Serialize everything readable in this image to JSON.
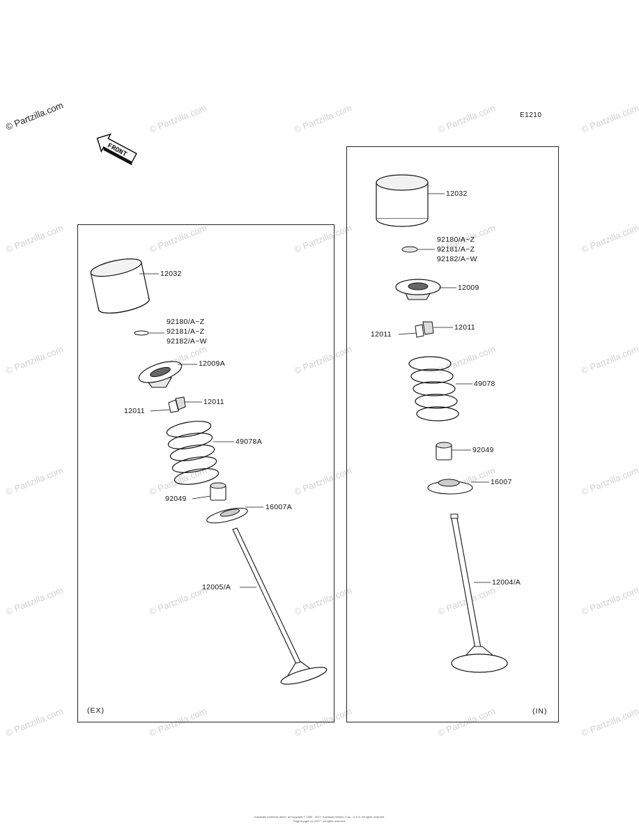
{
  "watermark": "© Partzilla.com",
  "copyright": "© Partzilla.com",
  "diagram_code": "E1210",
  "front_label": "FRONT",
  "exhaust": {
    "tag": "(EX)",
    "labels": {
      "tappet": "12032",
      "shim": [
        "92180/A~Z",
        "92181/A~Z",
        "92182/A~W"
      ],
      "retainer": "12009A",
      "cotter_left": "12011",
      "cotter_right": "12011",
      "spring": "49078A",
      "seal": "92049",
      "seat": "16007A",
      "valve": "12005/A"
    }
  },
  "intake": {
    "tag": "(IN)",
    "labels": {
      "tappet": "12032",
      "shim": [
        "92180/A~Z",
        "92181/A~Z",
        "92182/A~W"
      ],
      "retainer": "12009",
      "cotter_left": "12011",
      "cotter_right": "12011",
      "spring": "49078",
      "seal": "92049",
      "seat": "16007",
      "valve": "12004/A"
    }
  },
  "footer": [
    "Kawasaki materials within, all copyright © 1985 - 2017, Kawasaki Motors Corp., U.S.A.  All rights reserved.",
    "Page images (c) 2017 - all rights reserved."
  ]
}
